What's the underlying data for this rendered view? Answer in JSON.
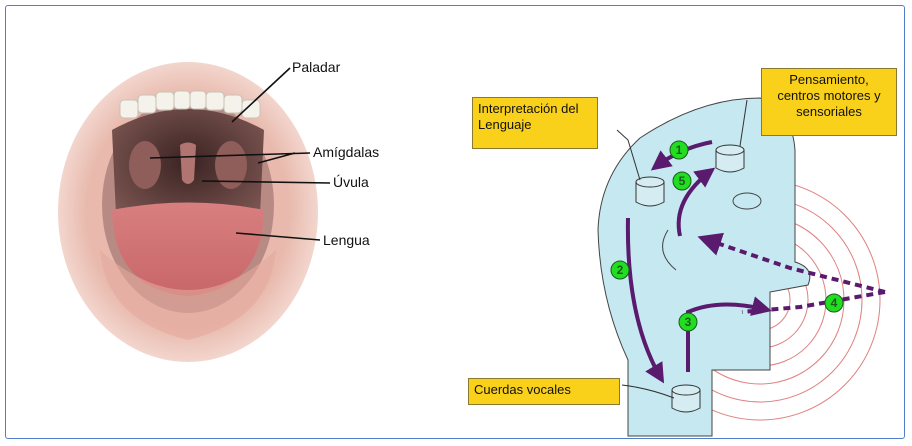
{
  "mouth_labels": {
    "palate": "Paladar",
    "tonsils": "Amígdalas",
    "uvula": "Úvula",
    "tongue": "Lengua"
  },
  "head_labels": {
    "language": "Interpretación del Lenguaje",
    "thought": "Pensamiento, centros motores y sensoriales",
    "vocal": "Cuerdas vocales"
  },
  "steps": [
    "1",
    "2",
    "3",
    "4",
    "5"
  ],
  "colors": {
    "frame": "#4f7fc4",
    "head_fill": "#c6e8f0",
    "arrow": "#5a1a6e",
    "step_fill": "#22dd22",
    "label_box": "#fad11a",
    "sound_rings": "#e08080"
  }
}
